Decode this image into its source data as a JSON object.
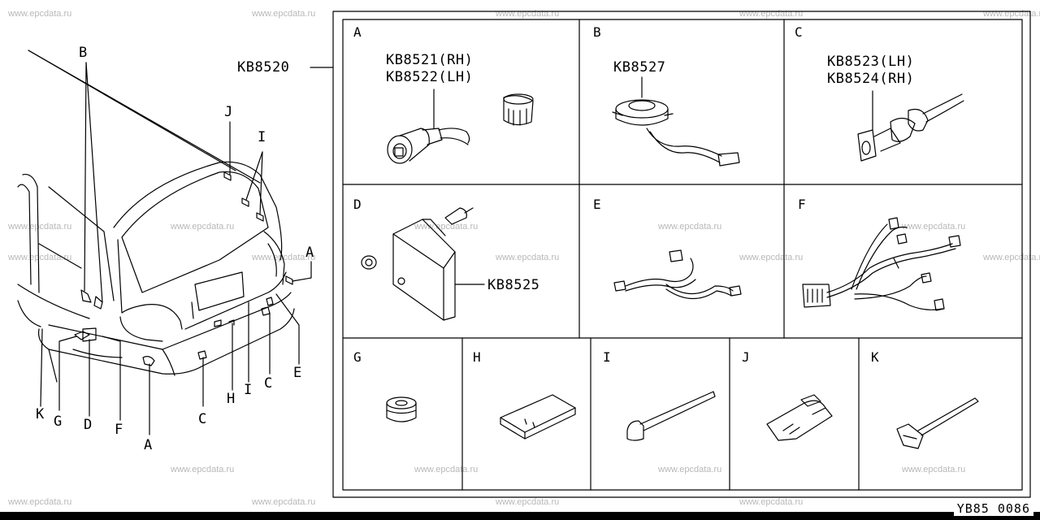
{
  "watermark": "www.epcdata.ru",
  "main_part_no": "KB8520",
  "diagram_code": "YB85 0086",
  "vehicle_callouts": [
    "B",
    "J",
    "I",
    "A",
    "E",
    "C",
    "I",
    "H",
    "C",
    "A",
    "F",
    "D",
    "G",
    "K"
  ],
  "cells": {
    "A": {
      "letter": "A",
      "parts": [
        "KB8521(RH)",
        "KB8522(LH)"
      ]
    },
    "B": {
      "letter": "B",
      "parts": [
        "KB8527"
      ]
    },
    "C": {
      "letter": "C",
      "parts": [
        "KB8523(LH)",
        "KB8524(RH)"
      ]
    },
    "D": {
      "letter": "D",
      "parts": [
        "KB8525"
      ]
    },
    "E": {
      "letter": "E"
    },
    "F": {
      "letter": "F"
    },
    "G": {
      "letter": "G"
    },
    "H": {
      "letter": "H"
    },
    "I": {
      "letter": "I"
    },
    "J": {
      "letter": "J"
    },
    "K": {
      "letter": "K"
    }
  }
}
